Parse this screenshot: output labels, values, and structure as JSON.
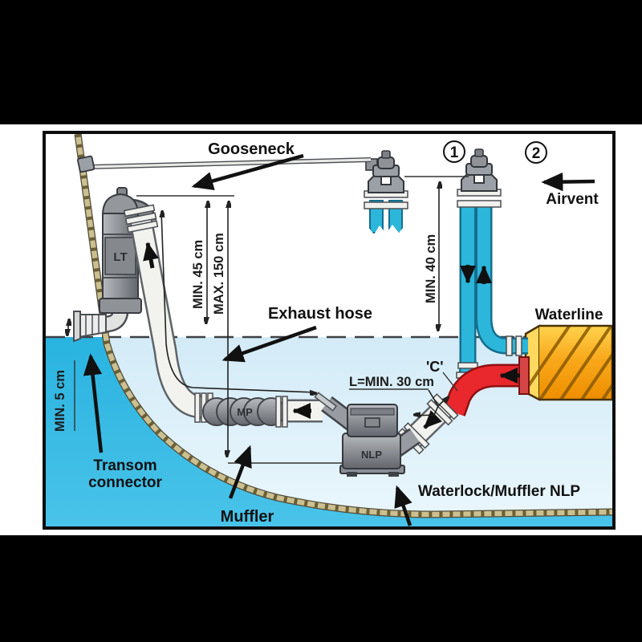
{
  "figure": {
    "description": "Marine engine wet-exhaust installation diagram with gooseneck, airvents, waterlock and mufflers"
  },
  "labels": {
    "gooseneck": "Gooseneck",
    "airvent": "Airvent",
    "waterline": "Waterline",
    "exhaust_hose": "Exhaust hose",
    "transom_connector_line1": "Transom",
    "transom_connector_line2": "connector",
    "muffler": "Muffler",
    "waterlock_nlp": "Waterlock/Muffler NLP",
    "callout_1": "1",
    "callout_2": "2",
    "point_c": "'C'"
  },
  "dimensions": {
    "min_45": "MIN. 45 cm",
    "max_150": "MAX. 150 cm",
    "min_40": "MIN. 40 cm",
    "min_5": "MIN. 5 cm",
    "l_min_30": "L=MIN. 30 cm"
  },
  "component_tags": {
    "lt_muffler": "LT",
    "mp_muffler": "MP",
    "nlp_waterlock": "NLP"
  },
  "colors": {
    "water": "#29b3e0",
    "bilge": "#d3ebf7",
    "pipe_blue": "#2cb6da",
    "exhaust_red": "#e8282c",
    "engine": "#f9a81b",
    "metal": "#9aa0a6",
    "hose": "#f2f2ee",
    "rope": "#ccc090",
    "ink": "#111111"
  }
}
